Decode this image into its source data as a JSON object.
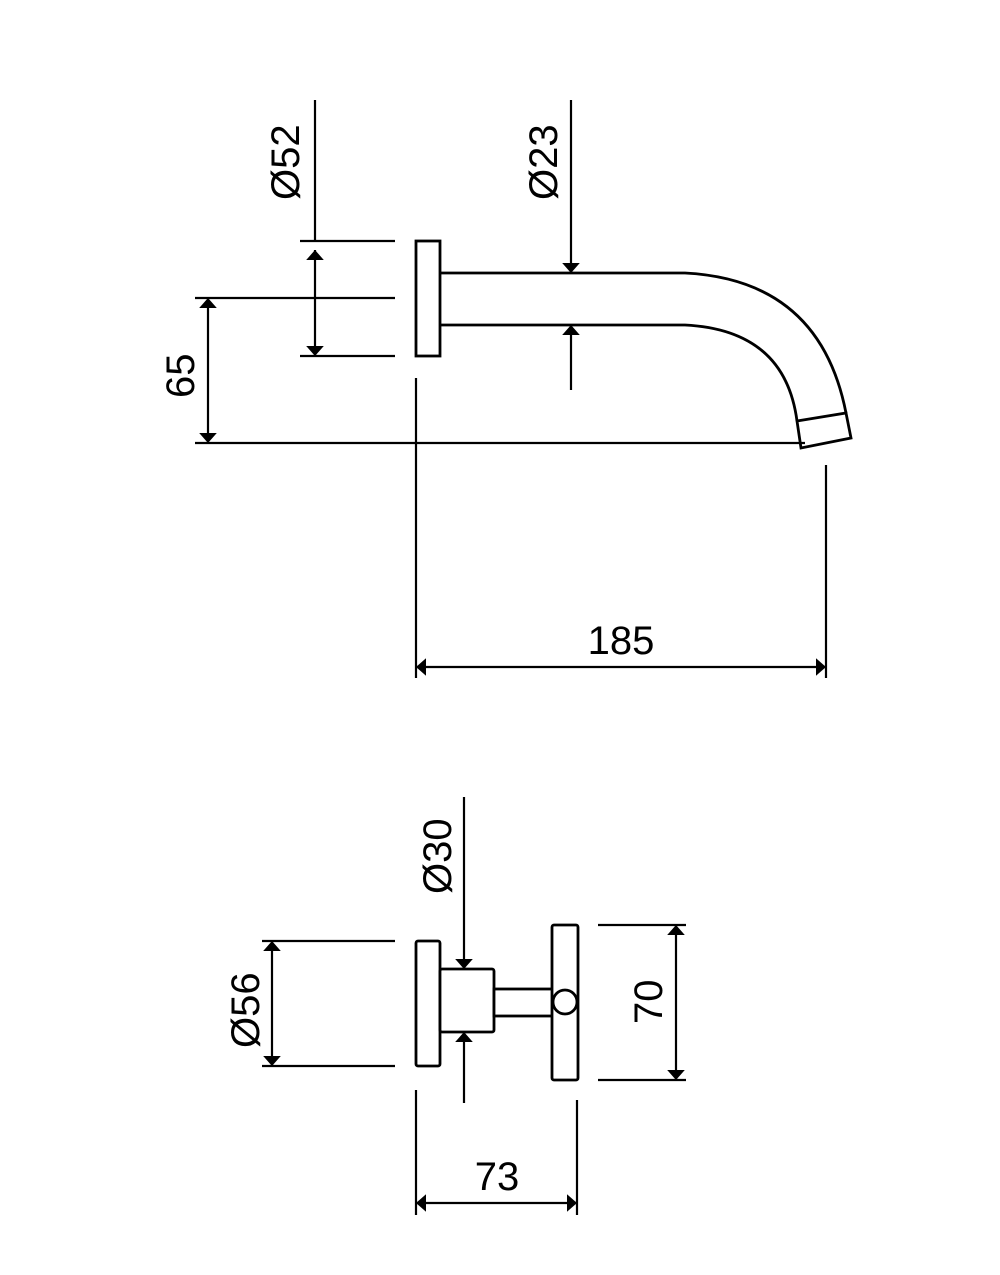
{
  "drawing": {
    "side_view": {
      "dimensions": {
        "plate_diameter": "Ø52",
        "spout_diameter": "Ø23",
        "outlet_height": "65",
        "projection": "185"
      }
    },
    "handle_view": {
      "dimensions": {
        "body_diameter": "Ø30",
        "plate_diameter": "Ø56",
        "handle_height": "70",
        "depth": "73"
      }
    },
    "line_color": "#000000",
    "background_color": "#ffffff"
  }
}
